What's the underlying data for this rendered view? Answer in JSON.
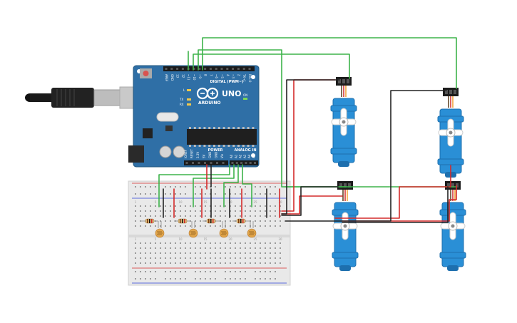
{
  "arduino": {
    "board_name": "UNO",
    "brand": "ARDUINO",
    "digital_header_label": "DIGITAL (PWM~)",
    "power_header_label": "POWER",
    "analog_header_label": "ANALOG IN",
    "tx_label": "TX",
    "rx_label": "RX",
    "l_label": "L",
    "on_label": "ON",
    "digital_pins": [
      "AREF",
      "GND",
      "13",
      "12",
      "~11",
      "~10",
      "~9",
      "8",
      "7",
      "~6",
      "~5",
      "4",
      "~3",
      "2",
      "TX→1",
      "RX←0"
    ],
    "power_pins": [
      "IOREF",
      "RESET",
      "3.3V",
      "5V",
      "GND",
      "GND",
      "Vin"
    ],
    "analog_pins": [
      "A0",
      "A1",
      "A2",
      "A3",
      "A4",
      "A5"
    ]
  },
  "breadboard": {
    "column_numbers": [
      "1",
      "5",
      "10",
      "15",
      "20",
      "25",
      "30"
    ]
  },
  "colors": {
    "board": "#2f6fa6",
    "servo": "#2a8fd6",
    "wire_green": "#3db34a",
    "wire_red": "#d42a2a",
    "wire_black": "#222222"
  }
}
